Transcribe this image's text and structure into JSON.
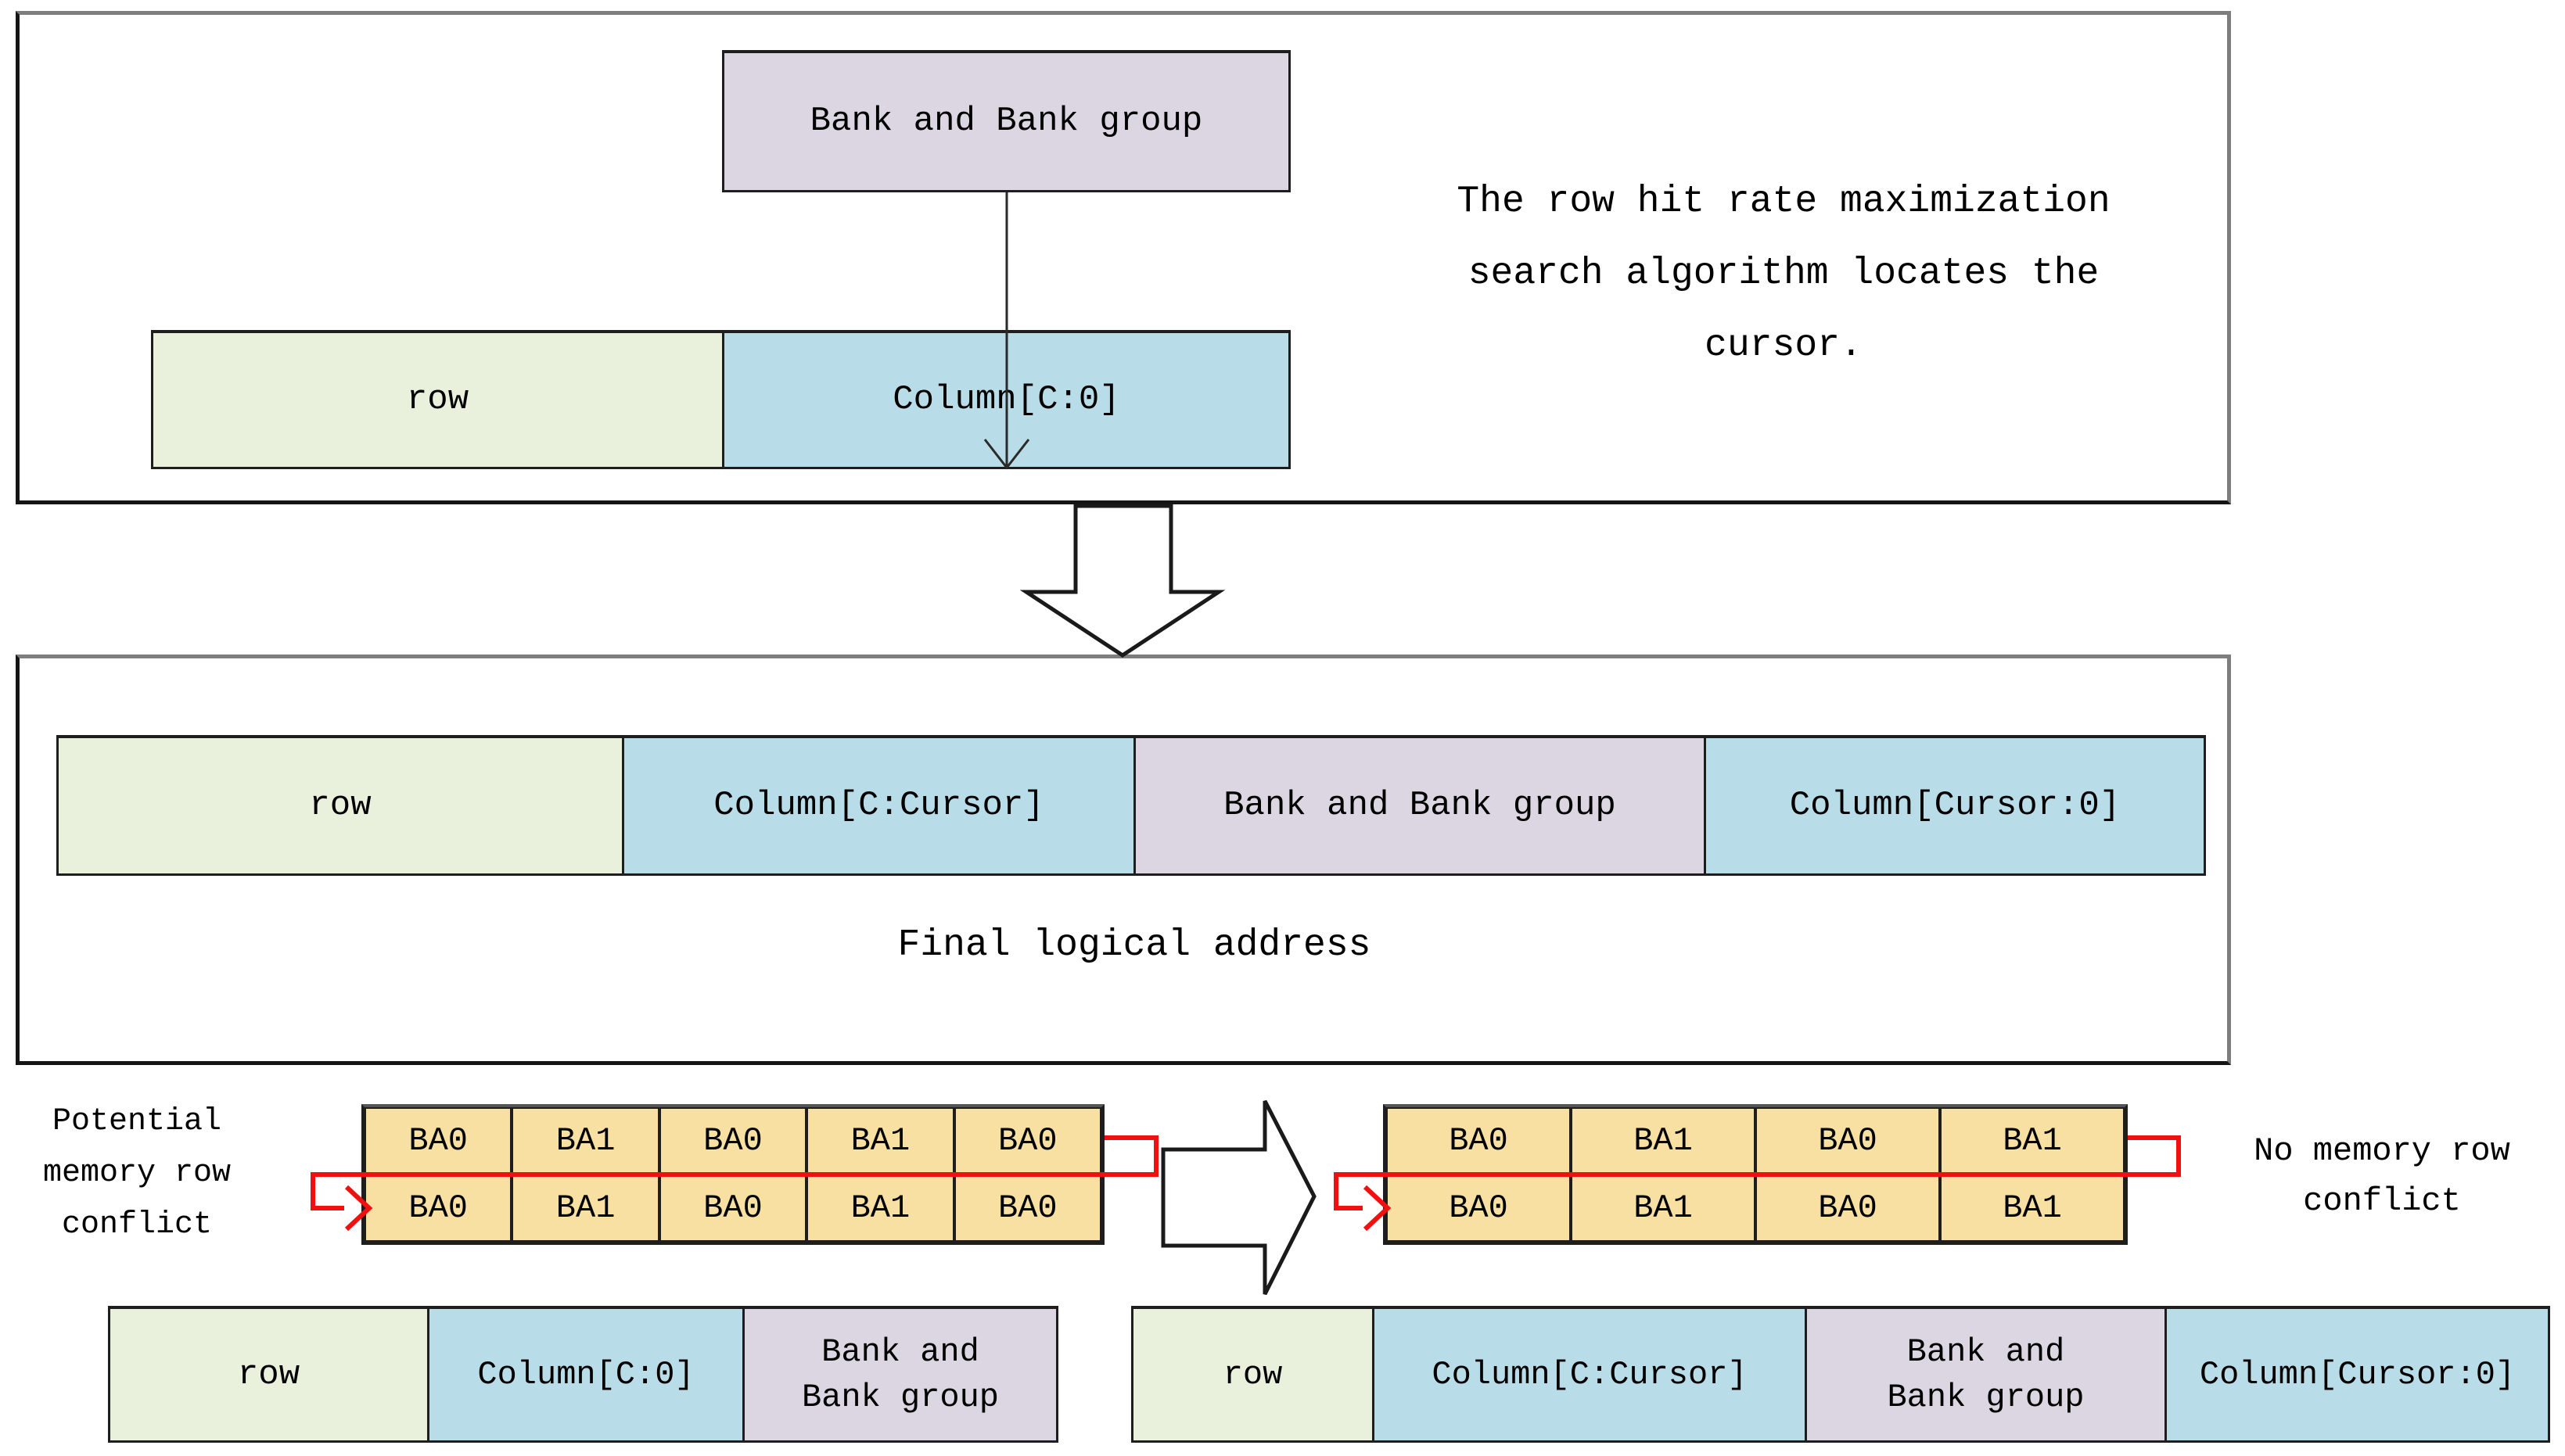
{
  "colors": {
    "row_green": "#e9f0dc",
    "column_blue": "#b9dde8",
    "bank_purple": "#dcd5e2",
    "ba_yellow": "#f8dfa2",
    "conflict_red": "#f01010",
    "line_dark": "#1e1e1e"
  },
  "top_frame": {
    "bank_box_label": "Bank and Bank group",
    "bar": {
      "row": "row",
      "column": "Column[C:0]"
    },
    "note_lines": {
      "line1": "The row hit rate maximization",
      "line2": "search algorithm locates the",
      "line3": "cursor."
    }
  },
  "middle_frame": {
    "bar": {
      "row": "row",
      "column_high": "Column[C:Cursor]",
      "bank": "Bank and Bank group",
      "column_low": "Column[Cursor:0]"
    },
    "caption": "Final logical address"
  },
  "bottom": {
    "left_label": {
      "line1": "Potential",
      "line2": "memory row",
      "line3": "conflict"
    },
    "right_label": {
      "line1": "No memory row",
      "line2": "conflict"
    },
    "left_table": {
      "rows": [
        [
          "BA0",
          "BA1",
          "BA0",
          "BA1",
          "BA0"
        ],
        [
          "BA0",
          "BA1",
          "BA0",
          "BA1",
          "BA0"
        ]
      ]
    },
    "right_table": {
      "rows": [
        [
          "BA0",
          "BA1",
          "BA0",
          "BA1"
        ],
        [
          "BA0",
          "BA1",
          "BA0",
          "BA1"
        ]
      ]
    },
    "left_bar": {
      "row": "row",
      "column": "Column[C:0]",
      "bank_line1": "Bank and",
      "bank_line2": "Bank group"
    },
    "right_bar": {
      "row": "row",
      "column_high": "Column[C:Cursor]",
      "bank_line1": "Bank and",
      "bank_line2": "Bank group",
      "column_low": "Column[Cursor:0]"
    }
  }
}
